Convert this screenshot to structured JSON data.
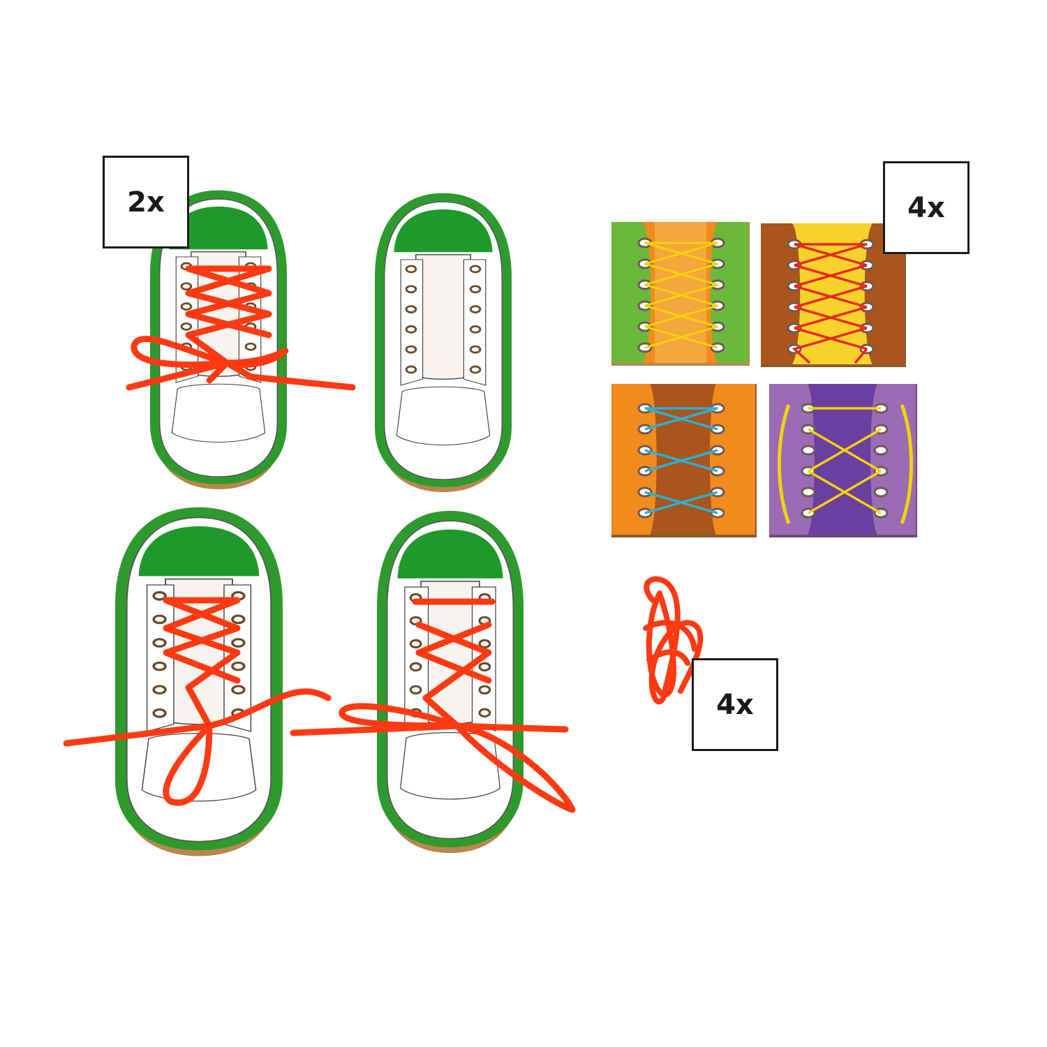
{
  "badges": {
    "shoe_boards": "2x",
    "lacing_cards": "4x",
    "laces": "4x"
  },
  "colors": {
    "board_edge": "#2e9a2e",
    "toe_cap": "#1f9a2a",
    "lace_red": "#ff3a12",
    "card_green": "#6cb83a",
    "card_brown": "#a8561c",
    "card_orange": "#f28a1c",
    "card_purple": "#9b6bb5"
  },
  "items": {
    "shoe_boards": [
      "laced-bow",
      "unlaced",
      "laced-loose",
      "laced-bow"
    ],
    "lacing_cards": [
      "green-yellow",
      "brown-red",
      "orange-blue",
      "purple-yellow"
    ],
    "laces": [
      "red-lace-bundle"
    ]
  }
}
